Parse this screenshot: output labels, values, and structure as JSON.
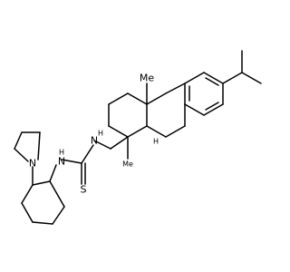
{
  "atom_labels": {
    "n_top": "N",
    "h_top": "H",
    "n_bottom": "N",
    "h_bottom": "H",
    "s": "S",
    "n_ring": "N",
    "me_quaternary": "Me",
    "me_ring": "Me",
    "h_ring": "H"
  },
  "colors": {
    "bond": "#000000",
    "atom_text": "#000000",
    "background": "#ffffff"
  }
}
